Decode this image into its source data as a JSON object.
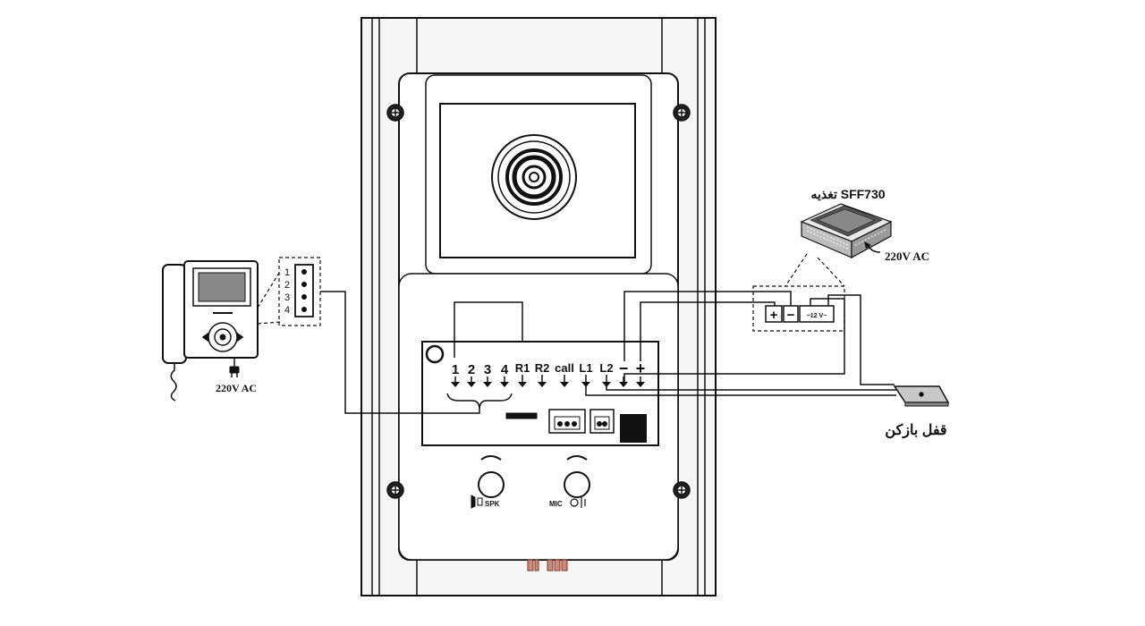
{
  "panel": {
    "terminals": [
      "1",
      "2",
      "3",
      "4",
      "R1",
      "R2",
      "call",
      "L1",
      "L2",
      "−",
      "+"
    ],
    "spk_label": "SPK",
    "mic_label": "MIC"
  },
  "monitor": {
    "connector_pins": [
      "1",
      "2",
      "3",
      "4"
    ],
    "power_label": "220V AC"
  },
  "power_supply": {
    "title": "تغذیه SFF730",
    "ac_label": "220V AC",
    "plus_label": "+",
    "minus_label": "−",
    "output_label": "~12 V~"
  },
  "lock": {
    "label": "قفل بازکن"
  },
  "colors": {
    "line": "#111111",
    "panel_fill": "#ffffff",
    "frame_fill": "#f4f4f4"
  }
}
